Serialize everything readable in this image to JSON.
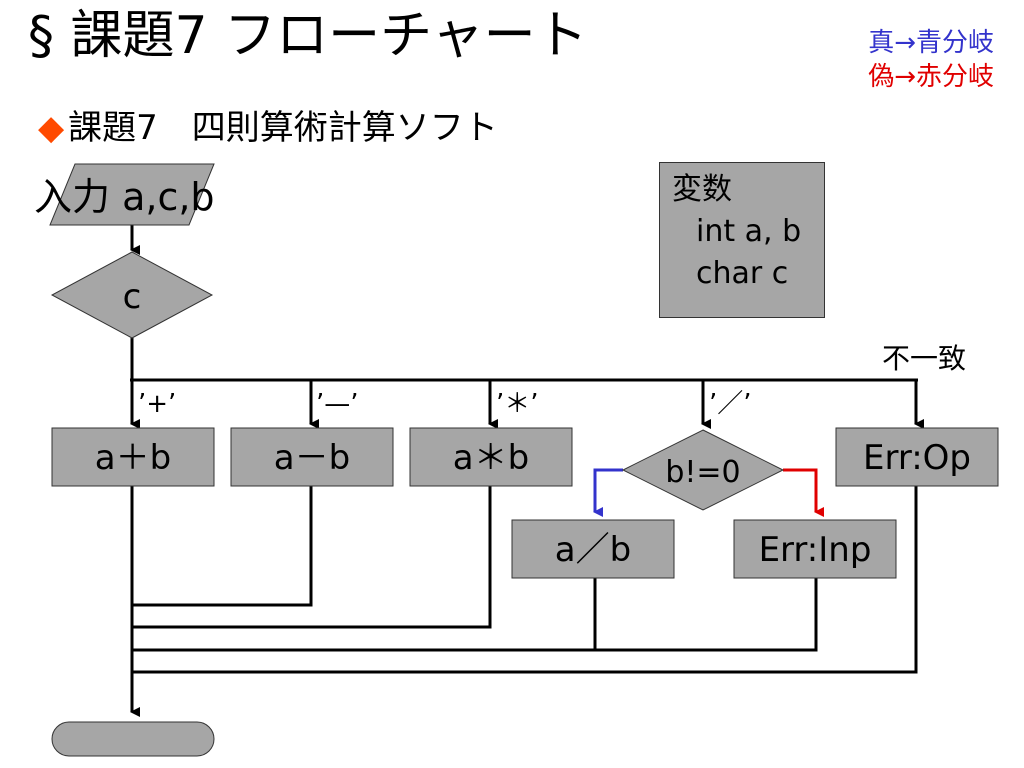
{
  "slide": {
    "title": "§ 課題7 フローチャート",
    "subtitle_bullet": "◆",
    "subtitle": "課題7　四則算術計算ソフト",
    "legend": {
      "true_label": "真→青分岐",
      "false_label": "偽→赤分岐"
    },
    "colors": {
      "box_fill": "#a6a6a6",
      "true_branch": "#3333cc",
      "false_branch": "#e00000",
      "bullet": "#ff4a00"
    }
  },
  "variables": {
    "heading": "変数",
    "lines": [
      "int a, b",
      "char c"
    ]
  },
  "flowchart": {
    "input_label": "入力 a,c,b",
    "decision_c": "c",
    "no_match_label": "不一致",
    "case_plus": "’+’",
    "case_minus": "’—’",
    "case_mul": "’＊’",
    "case_div": "’／’",
    "op_add": "a＋b",
    "op_sub": "a－b",
    "op_mul": "a＊b",
    "op_div": "a／b",
    "decision_b": "b!=0",
    "err_inp": "Err:Inp",
    "err_op": "Err:Op"
  }
}
